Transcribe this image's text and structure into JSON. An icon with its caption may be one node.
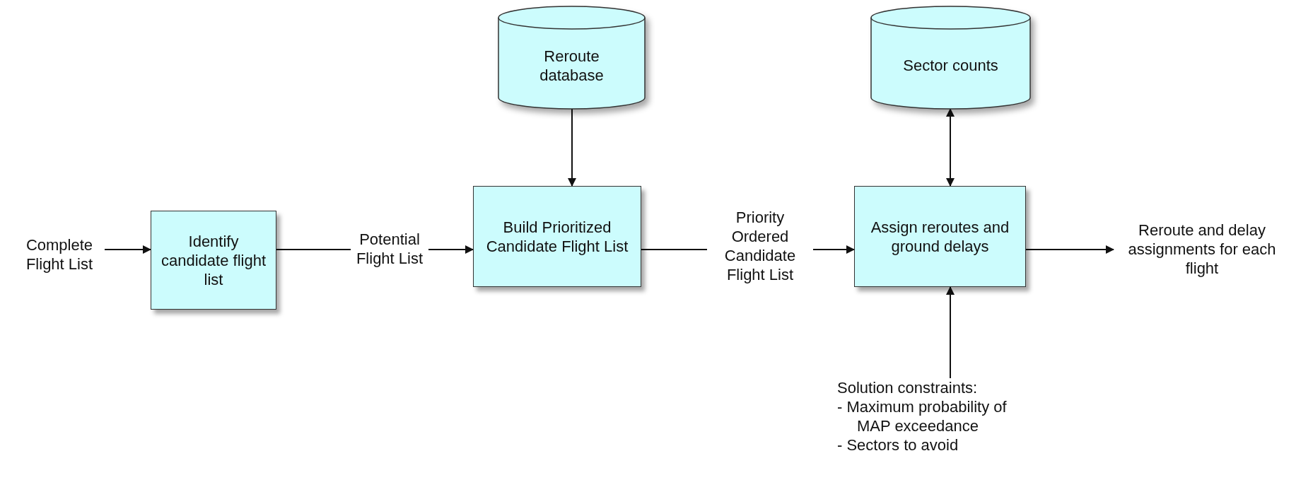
{
  "diagram": {
    "nodes": [
      {
        "text": [
          "Complete Flight List"
        ]
      },
      {
        "text": [
          "Identify candidate flight list"
        ]
      },
      {
        "text": [
          "Potential Flight List"
        ]
      },
      {
        "text": [
          "Build Prioritized Candidate Flight List"
        ]
      },
      {
        "text": [
          "Reroute database"
        ]
      },
      {
        "text": [
          "Priority Ordered Candidate Flight List"
        ]
      },
      {
        "text": [
          "Assign reroutes and ground delays"
        ]
      },
      {
        "text": [
          "Sector counts"
        ]
      },
      {
        "text": [
          "Reroute and delay assignments for each flight"
        ]
      },
      {
        "text": [
          "Solution constraints:",
          "- Maximum probability of MAP exceedance",
          "- Sectors to avoid"
        ]
      }
    ],
    "edges": [
      {
        "from": 0,
        "to": 1,
        "arrow": "to"
      },
      {
        "from": 1,
        "to": 2,
        "arrow": "none"
      },
      {
        "from": 2,
        "to": 3,
        "arrow": "to"
      },
      {
        "from": 4,
        "to": 3,
        "arrow": "to"
      },
      {
        "from": 3,
        "to": 5,
        "arrow": "none"
      },
      {
        "from": 5,
        "to": 6,
        "arrow": "to"
      },
      {
        "from": 6,
        "to": 7,
        "arrow": "both"
      },
      {
        "from": 6,
        "to": 8,
        "arrow": "to"
      },
      {
        "from": 9,
        "to": 6,
        "arrow": "to"
      }
    ]
  }
}
